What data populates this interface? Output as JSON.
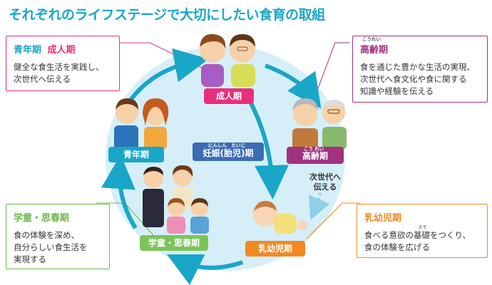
{
  "title": "それぞれのライフステージで大切にしたい食育の取組",
  "callouts": {
    "youth": {
      "label_a": "青年期",
      "label_b": "成人期",
      "lines": [
        "健全な食生活を実践し、",
        "次世代へ伝える"
      ],
      "color_a": "#1aa6c8",
      "color_b": "#e8307a"
    },
    "elder": {
      "ruby": "こうれい",
      "label": "高齢期",
      "lines": [
        "食を通じた豊かな生活の実現、",
        "次世代へ食文化や食に関する",
        "知識や経験を伝える"
      ],
      "color": "#a0327e"
    },
    "school": {
      "label": "学童・思春期",
      "lines": [
        "食の体験を深め、",
        "自分らしい食生活を",
        "実現する"
      ],
      "color": "#6ab84a"
    },
    "infant": {
      "label": "乳幼児期",
      "lines_pre": "食べる意欲の",
      "lines_key": "基礎",
      "lines_key_ruby": "きそ",
      "lines_post": "をつくり、",
      "line2": "食の体験を広げる",
      "color": "#f08a24"
    }
  },
  "stages": {
    "adult": {
      "label": "成人期",
      "color": "#e8307a"
    },
    "youth": {
      "label": "青年期",
      "color": "#1aa6c8"
    },
    "elder": {
      "label": "高齢期",
      "ruby": "こう れい",
      "color": "#a0327e"
    },
    "school": {
      "label": "学童・思春期",
      "color": "#7cc45a"
    },
    "infant": {
      "label": "乳幼児期",
      "color": "#f08a24"
    },
    "pregnancy": {
      "label": "妊娠(胎児)期",
      "ruby": "にんしん　たいじ",
      "color": "#3b6db5"
    }
  },
  "notes": {
    "next_gen": [
      "次世代へ",
      "伝える"
    ]
  },
  "colors": {
    "circle_fill": "#d6eef8",
    "arrow": "#1aa6c8"
  }
}
